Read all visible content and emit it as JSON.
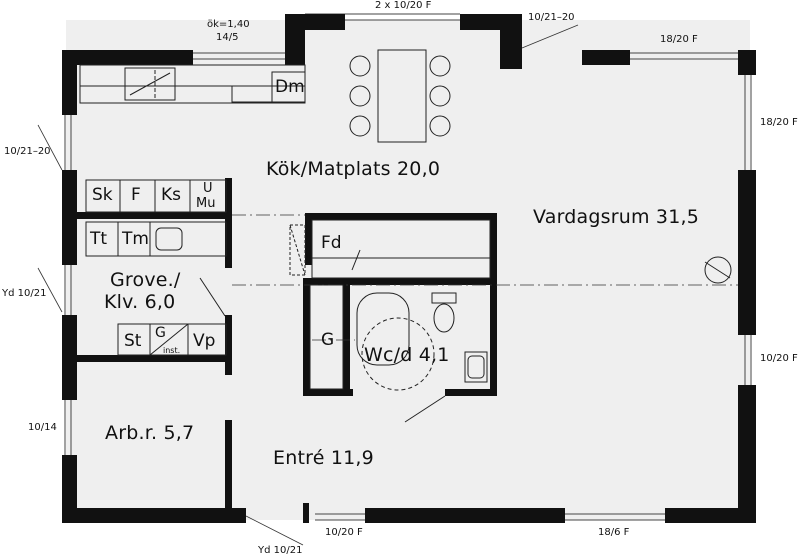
{
  "rooms": {
    "kitchen": "Kök/Matplats 20,0",
    "living": "Vardagsrum 31,5",
    "utility_line1": "Grove./",
    "utility_line2": "Klv. 6,0",
    "office": "Arb.r. 5,7",
    "entry": "Entré 11,9",
    "wc": "Wc/d 4,1"
  },
  "fixtures": {
    "dishwasher": "Dm",
    "sk": "Sk",
    "f": "F",
    "ks": "Ks",
    "umu_line1": "U",
    "umu_line2": "Mu",
    "tt": "Tt",
    "tm": "Tm",
    "fd": "Fd",
    "st": "St",
    "g_inst_main": "G",
    "g_inst_sub": "inst.",
    "vp": "Vp",
    "g_wardrobe": "G"
  },
  "dimensions": {
    "ok_line1": "ök=1,40",
    "ok_line2": "14/5",
    "top_double": "2 x 10/20 F",
    "top_right": "10/21–20",
    "top_far_right": "18/20 F",
    "right_upper": "18/20 F",
    "right_lower": "10/20 F",
    "left_upper": "10/21–20",
    "left_mid": "Yd 10/21",
    "left_lower": "10/14",
    "bottom_door": "Yd 10/21",
    "bottom_mid": "10/20 F",
    "bottom_right": "18/6 F"
  }
}
